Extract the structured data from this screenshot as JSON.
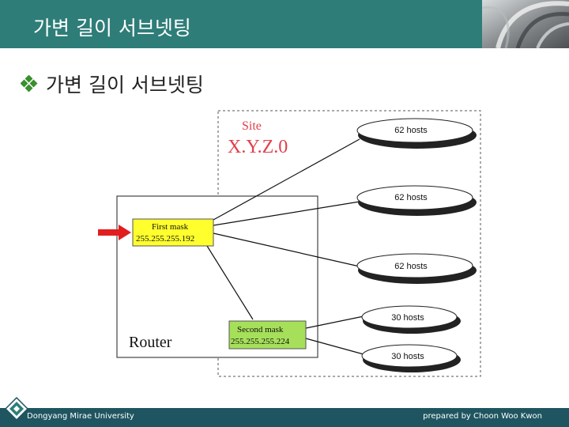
{
  "slide": {
    "title": "가변 길이 서브넷팅",
    "bullet_text": "가변 길이 서브넷팅"
  },
  "diagram": {
    "site_label": "Site",
    "site_address": "X.Y.Z.0",
    "router_label": "Router",
    "first_mask_label": "First mask",
    "first_mask_value": "255.255.255.192",
    "second_mask_label": "Second mask",
    "second_mask_value": "255.255.255.224",
    "hosts": [
      "62 hosts",
      "62 hosts",
      "62 hosts",
      "30 hosts",
      "30 hosts"
    ]
  },
  "footer": {
    "left": "Dongyang Mirae University",
    "right": "prepared by Choon Woo Kwon"
  },
  "colors": {
    "header": "#2e7d78",
    "footer": "#1f5560",
    "mask_yellow": "#ffff2e",
    "mask_green": "#a6e05a",
    "site_red": "#e0404a",
    "arrow_red": "#e21d1d"
  }
}
